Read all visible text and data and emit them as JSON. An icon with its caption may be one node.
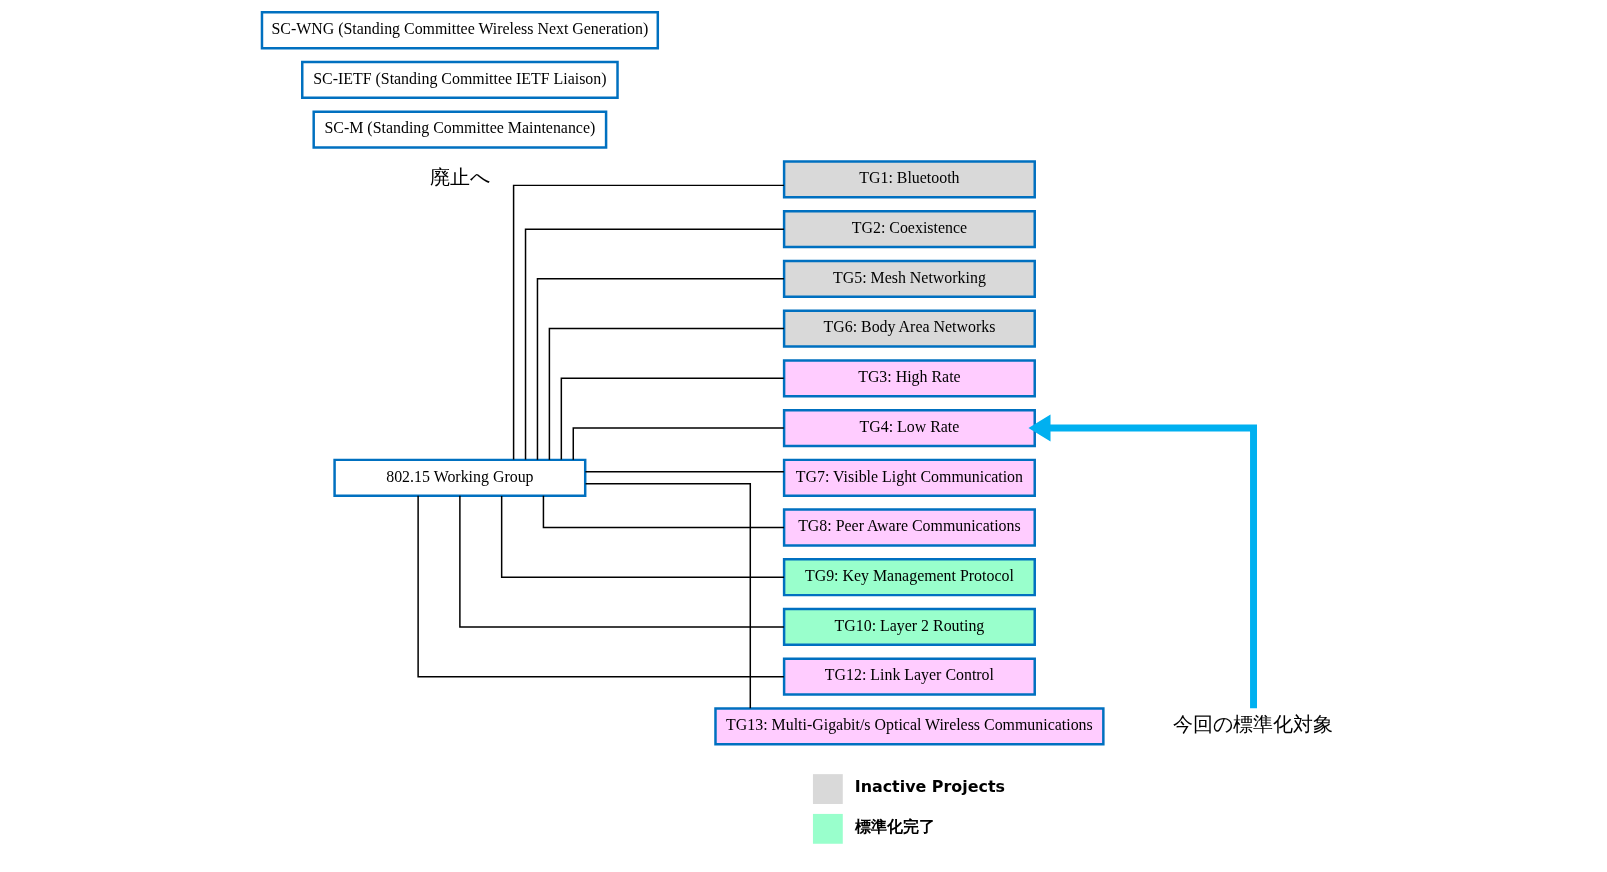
{
  "diagram": {
    "nodes": [
      {
        "text": [
          "802.15 Working Group"
        ]
      },
      {
        "text": [
          "SC-M (Standing Committee Maintenance)"
        ]
      },
      {
        "text": [
          "SC-IETF (Standing Committee IETF Liaison)"
        ]
      },
      {
        "text": [
          "SC-WNG (Standing Committee Wireless Next Generation)"
        ]
      },
      {
        "text": [
          "TG1: Bluetooth"
        ]
      },
      {
        "text": [
          "TG2: Coexistence"
        ]
      },
      {
        "text": [
          "TG5: Mesh Networking"
        ]
      },
      {
        "text": [
          "TG6: Body Area Networks"
        ]
      },
      {
        "text": [
          "TG3: High Rate"
        ]
      },
      {
        "text": [
          "TG4: Low Rate"
        ]
      },
      {
        "text": [
          "TG7: Visible Light Communication"
        ]
      },
      {
        "text": [
          "TG8: Peer Aware Communications"
        ]
      },
      {
        "text": [
          "TG9: Key Management Protocol"
        ]
      },
      {
        "text": [
          "TG10: Layer 2 Routing"
        ]
      },
      {
        "text": [
          "TG12: Link Layer Control"
        ]
      },
      {
        "text": [
          "TG13: Multi-Gigabit/s Optical Wireless Communications"
        ]
      },
      {
        "text": [
          "今回の標準化対象"
        ]
      }
    ],
    "edges": [
      {
        "from": 0,
        "to": 4,
        "arrow": "none"
      },
      {
        "from": 0,
        "to": 5,
        "arrow": "none"
      },
      {
        "from": 0,
        "to": 6,
        "arrow": "none"
      },
      {
        "from": 0,
        "to": 7,
        "arrow": "none"
      },
      {
        "from": 0,
        "to": 8,
        "arrow": "none"
      },
      {
        "from": 0,
        "to": 9,
        "arrow": "none"
      },
      {
        "from": 0,
        "to": 10,
        "arrow": "none"
      },
      {
        "from": 0,
        "to": 11,
        "arrow": "none"
      },
      {
        "from": 0,
        "to": 12,
        "arrow": "none"
      },
      {
        "from": 0,
        "to": 13,
        "arrow": "none"
      },
      {
        "from": 0,
        "to": 14,
        "arrow": "none"
      },
      {
        "from": 0,
        "to": 15,
        "arrow": "none"
      },
      {
        "from": 16,
        "to": 9,
        "arrow": "to",
        "style": "thick",
        "color": "#00b0f0"
      }
    ],
    "labels": [
      "廃止へ"
    ],
    "legend": [
      {
        "text": "Inactive Projects",
        "color": "#d9d9d9"
      },
      {
        "text": "標準化完了",
        "color": "#99ffcc"
      }
    ]
  }
}
